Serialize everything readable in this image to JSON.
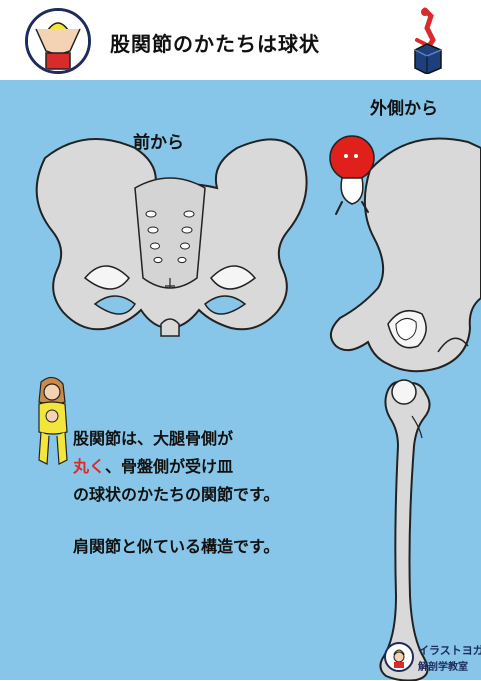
{
  "header": {
    "title": "股関節のかたちは球状",
    "avatar_icon": "yoga-instructor-avatar-icon",
    "corner_icon": "figure-on-box-icon"
  },
  "labels": {
    "front": "前から",
    "side": "外側から"
  },
  "description": {
    "line1": "股関節は、大腿骨側が",
    "line2_red": "丸く",
    "line2_rest": "、骨盤側が受け皿",
    "line3": "の球状のかたちの関節です。",
    "line4": "肩関節と似ている構造です。"
  },
  "logo": {
    "name": "イラストヨガ",
    "subtitle": "解剖学教室"
  },
  "colors": {
    "background": "#87c6e8",
    "bone": "#d9d9d9",
    "outline": "#222222",
    "accent_red": "#d92b2b",
    "yoga_yellow": "#f3e63a",
    "brand_navy": "#1d2c5c"
  }
}
